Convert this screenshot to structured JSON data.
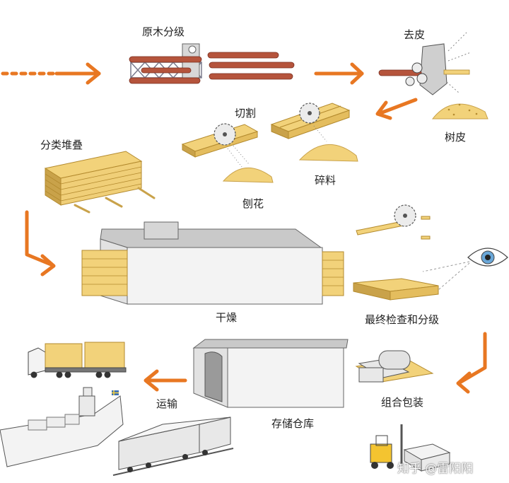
{
  "labels": {
    "log_sorting": "原木分级",
    "debarking": "去皮",
    "bark": "树皮",
    "sawing": "切割",
    "chips": "碎料",
    "shavings": "刨花",
    "sort_stack": "分类堆叠",
    "drying": "干燥",
    "final_grading": "最终检查和分级",
    "packaging": "组合包装",
    "storage": "存储仓库",
    "transport": "运输"
  },
  "watermark": "知乎 @雷阳阳",
  "colors": {
    "arrow": "#e87722",
    "wood": "#f2d27a",
    "wood_dark": "#c9a24a",
    "log": "#b5543c",
    "frame": "#7a7a8c",
    "building_wall": "#f3f3f3",
    "building_roof": "#c9c9c9",
    "blade": "#bdbdbd",
    "eye": "#6aa7d8"
  }
}
